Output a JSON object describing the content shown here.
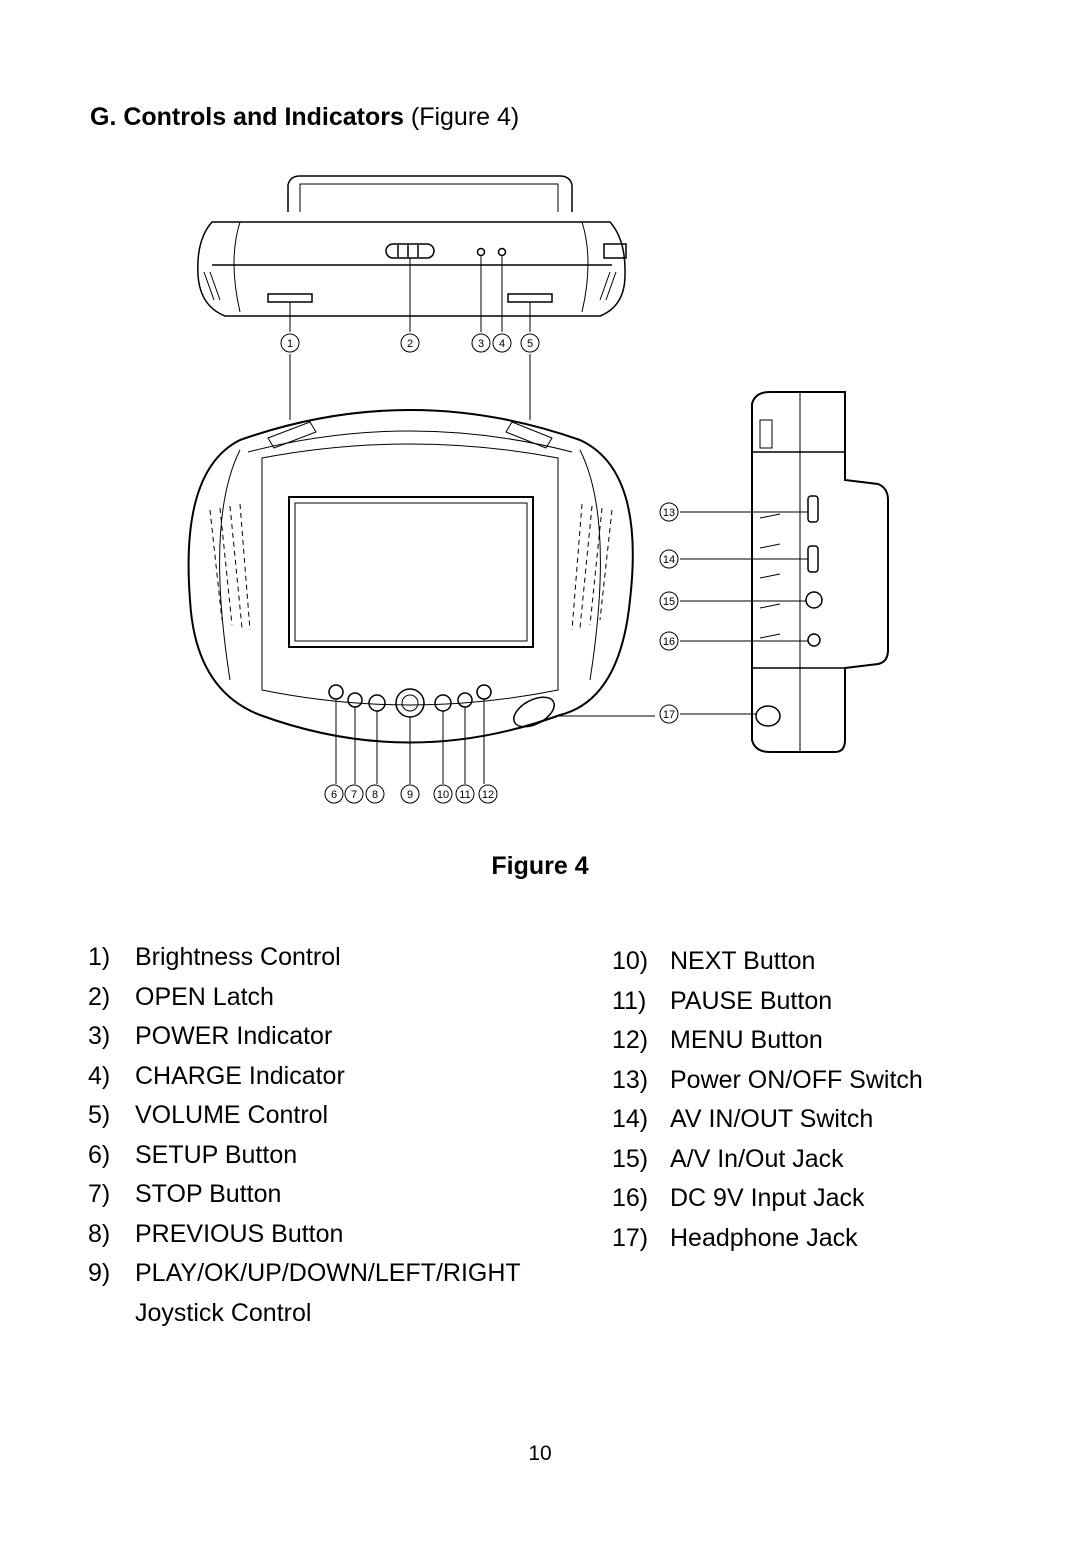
{
  "heading": {
    "bold": "G. Controls and Indicators",
    "normal": " (Figure 4)"
  },
  "figure": {
    "caption": "Figure 4",
    "callouts_top": [
      "1",
      "2",
      "3",
      "4",
      "5"
    ],
    "callouts_bottom": [
      "6",
      "7",
      "8",
      "9",
      "10",
      "11",
      "12"
    ],
    "callouts_side": [
      "13",
      "14",
      "15",
      "16",
      "17"
    ]
  },
  "left_list": [
    {
      "num": "1)",
      "label": "Brightness Control"
    },
    {
      "num": "2)",
      "label": "OPEN Latch"
    },
    {
      "num": "3)",
      "label": "POWER Indicator"
    },
    {
      "num": "4)",
      "label": "CHARGE Indicator"
    },
    {
      "num": "5)",
      "label": "VOLUME Control"
    },
    {
      "num": "6)",
      "label": "SETUP Button"
    },
    {
      "num": "7)",
      "label": "STOP Button"
    },
    {
      "num": "8)",
      "label": "PREVIOUS Button"
    },
    {
      "num": "9)",
      "label": "PLAY/OK/UP/DOWN/LEFT/RIGHT"
    }
  ],
  "left_list_continuation": "Joystick Control",
  "right_list": [
    {
      "num": "10)",
      "label": "NEXT Button"
    },
    {
      "num": "11)",
      "label": "PAUSE Button"
    },
    {
      "num": "12)",
      "label": "MENU Button"
    },
    {
      "num": "13)",
      "label": "Power ON/OFF Switch"
    },
    {
      "num": "14)",
      "label": "AV IN/OUT Switch"
    },
    {
      "num": "15)",
      "label": "A/V In/Out Jack"
    },
    {
      "num": "16)",
      "label": "DC 9V Input Jack"
    },
    {
      "num": "17)",
      "label": "Headphone Jack"
    }
  ],
  "page_number": "10"
}
